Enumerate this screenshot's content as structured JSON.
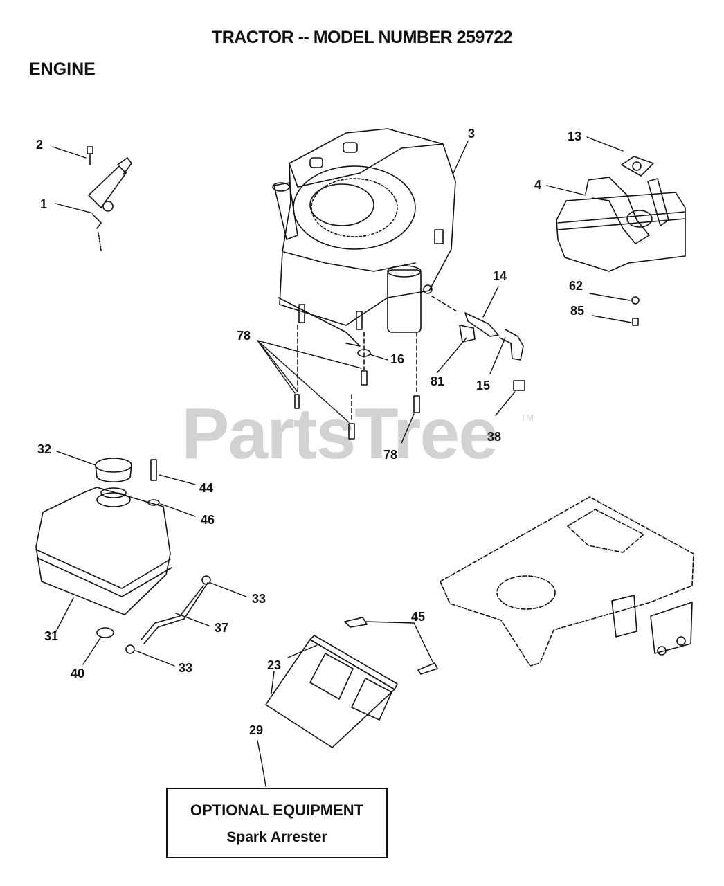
{
  "header": {
    "title": "TRACTOR -- MODEL NUMBER 259722",
    "section": "ENGINE"
  },
  "watermark": {
    "text": "PartsTree",
    "mark": "TM"
  },
  "callouts": [
    {
      "id": "c1",
      "label": "1"
    },
    {
      "id": "c2",
      "label": "2"
    },
    {
      "id": "c3",
      "label": "3"
    },
    {
      "id": "c4",
      "label": "4"
    },
    {
      "id": "c13",
      "label": "13"
    },
    {
      "id": "c14",
      "label": "14"
    },
    {
      "id": "c15",
      "label": "15"
    },
    {
      "id": "c16",
      "label": "16"
    },
    {
      "id": "c23",
      "label": "23"
    },
    {
      "id": "c29",
      "label": "29"
    },
    {
      "id": "c31",
      "label": "31"
    },
    {
      "id": "c32",
      "label": "32"
    },
    {
      "id": "c33a",
      "label": "33"
    },
    {
      "id": "c33b",
      "label": "33"
    },
    {
      "id": "c37",
      "label": "37"
    },
    {
      "id": "c38",
      "label": "38"
    },
    {
      "id": "c40",
      "label": "40"
    },
    {
      "id": "c44",
      "label": "44"
    },
    {
      "id": "c45",
      "label": "45"
    },
    {
      "id": "c46",
      "label": "46"
    },
    {
      "id": "c62",
      "label": "62"
    },
    {
      "id": "c78a",
      "label": "78"
    },
    {
      "id": "c78b",
      "label": "78"
    },
    {
      "id": "c81",
      "label": "81"
    },
    {
      "id": "c85",
      "label": "85"
    }
  ],
  "optional_equipment": {
    "heading": "OPTIONAL EQUIPMENT",
    "item": "Spark Arrester"
  },
  "colors": {
    "ink": "#111111",
    "watermark": "#d2d2d2",
    "background": "#ffffff"
  }
}
